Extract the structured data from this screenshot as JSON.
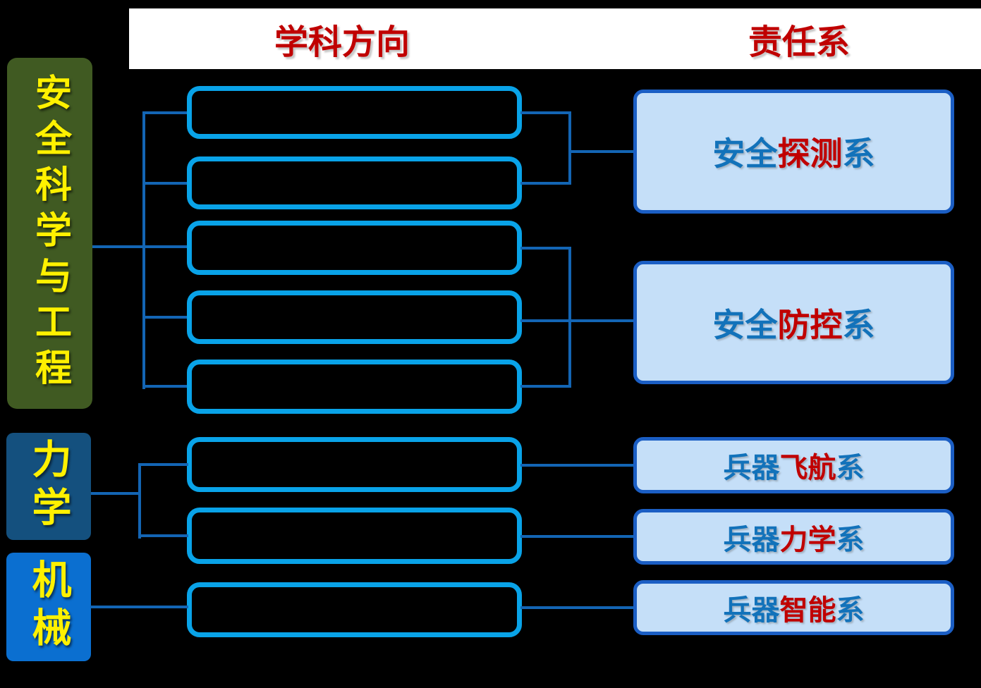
{
  "header": {
    "discipline_directions": "学科方向",
    "responsible_departments": "责任系"
  },
  "disciplines": [
    {
      "name": "安全科学与工程"
    },
    {
      "name": "力学"
    },
    {
      "name": "机械"
    }
  ],
  "departments": [
    {
      "prefix": "安全",
      "highlight": "探测",
      "suffix": "系"
    },
    {
      "prefix": "安全",
      "highlight": "防控",
      "suffix": "系"
    },
    {
      "prefix": "兵器",
      "highlight": "飞航",
      "suffix": "系"
    },
    {
      "prefix": "兵器",
      "highlight": "力学",
      "suffix": "系"
    },
    {
      "prefix": "兵器",
      "highlight": "智能",
      "suffix": "系"
    }
  ],
  "colors": {
    "background": "#000000",
    "header_band": "#FFFFFF",
    "header_text": "#C00000",
    "discipline_text": "#FFF100",
    "safety_box_fill": "#405A22",
    "mechanics_box_fill": "#14507E",
    "machinery_box_fill": "#0B6FD0",
    "direction_box_border": "#09A3E8",
    "department_box_border": "#1B5EC4",
    "department_box_fill": "#C5DFF8",
    "department_text_blue": "#1272BA",
    "department_text_red": "#C00000",
    "connector_line": "#1365B4"
  }
}
